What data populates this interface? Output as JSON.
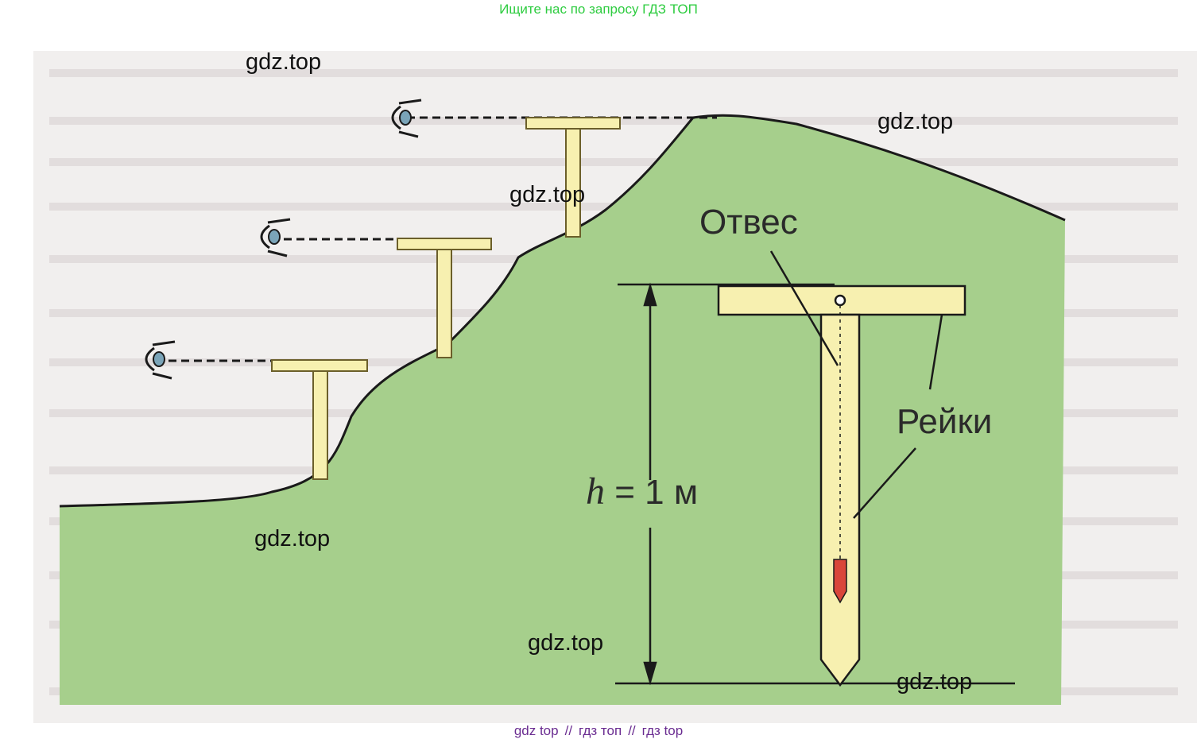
{
  "banner": {
    "text": "Ищите нас по запросу ГДЗ ТОП"
  },
  "diagram": {
    "labels": {
      "plumb": "Отвес",
      "rails": "Рейки",
      "height_var": "h",
      "height_eq": " = 1 м"
    },
    "watermarks": [
      "gdz.top",
      "gdz.top",
      "gdz.top",
      "gdz.top",
      "gdz.top",
      "gdz.top"
    ]
  },
  "footer": {
    "links": [
      "gdz top",
      "гдз топ",
      "гдз top"
    ],
    "separator": "//"
  },
  "colors": {
    "banner_green": "#2ecc40",
    "hill_green": "#a6cf8c",
    "rail_yellow": "#f7f0b0",
    "plumb_red": "#d9463a",
    "footer_purple": "#6a2c91"
  }
}
